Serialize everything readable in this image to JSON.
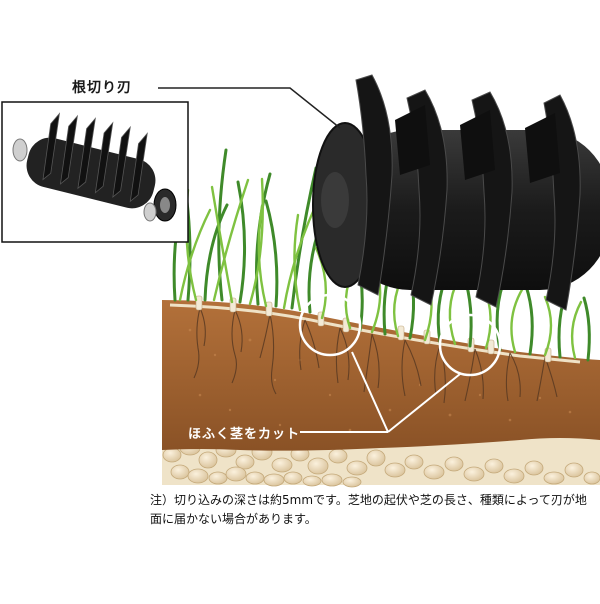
{
  "labels": {
    "blade": "根切り刃",
    "cut_stems": "ほふく茎をカット"
  },
  "note": {
    "line1": "注）切り込みの深さは約5mmです。芝地の起伏や芝の長さ、種類によって刃が地",
    "line2": "面に届かない場合があります。"
  },
  "colors": {
    "soil": "#a0622e",
    "soil_dark": "#7b4620",
    "grass": "#7fc241",
    "grass_dark": "#3f8a2a",
    "blade": "#1c1c1c",
    "gravel": "#e8d6b4"
  },
  "icons": {
    "inset": "roller-product-photo",
    "callout": "circle-highlight"
  }
}
